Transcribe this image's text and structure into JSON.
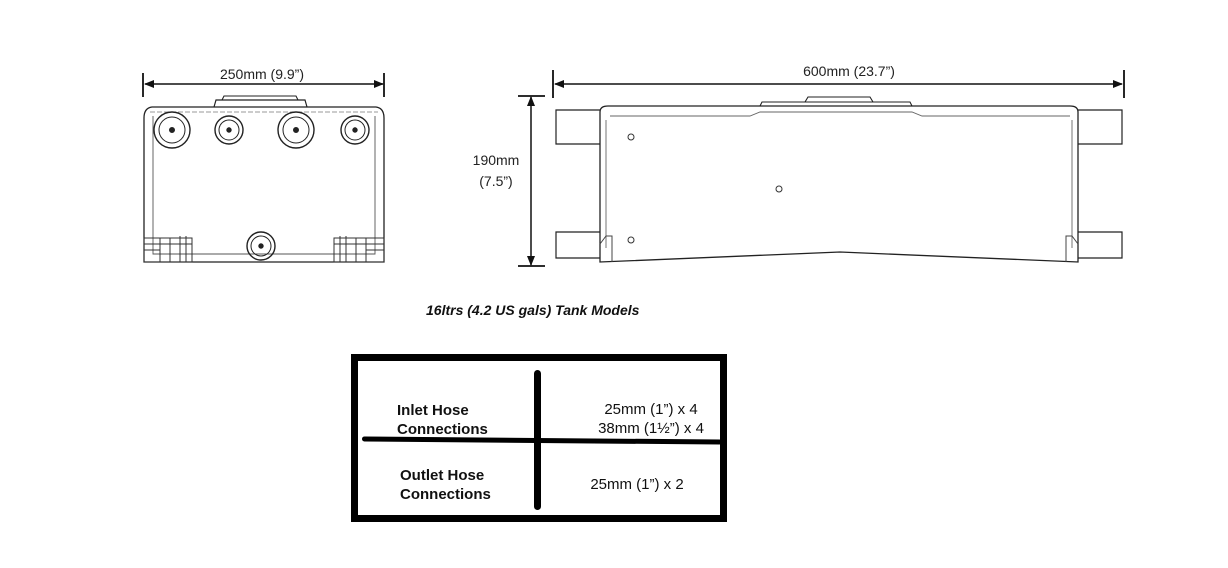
{
  "diagram": {
    "front_width_label": "250mm (9.9”)",
    "side_length_label": "600mm (23.7”)",
    "height_label_mm": "190mm",
    "height_label_in": "(7.5”)"
  },
  "caption": "16ltrs (4.2 US gals) Tank Models",
  "table": {
    "rows": [
      {
        "label_line1": "Inlet Hose",
        "label_line2": "Connections",
        "value_line1": "25mm (1”) x 4",
        "value_line2": "38mm (1½”) x 4"
      },
      {
        "label_line1": "Outlet Hose",
        "label_line2": "Connections",
        "value_line1": "25mm (1”) x 2"
      }
    ]
  }
}
